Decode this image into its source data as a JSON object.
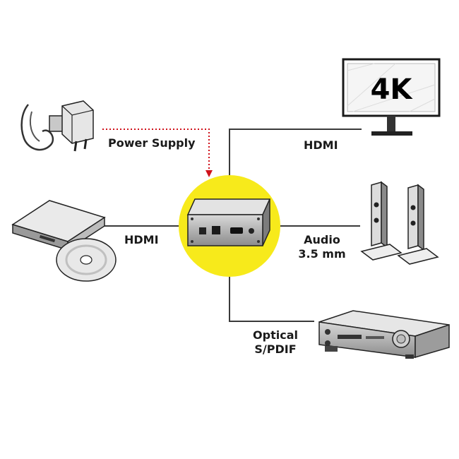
{
  "labels": {
    "power_supply": "Power Supply",
    "hdmi_out": "HDMI",
    "hdmi_in": "HDMI",
    "audio_line1": "Audio",
    "audio_line2": "3.5 mm",
    "optical_line1": "Optical",
    "optical_line2": "S/PDIF"
  },
  "monitor": {
    "screen_text": "4K"
  },
  "colors": {
    "hub_circle": "#f7ea1b",
    "power_line": "#d0121b",
    "line": "#3a3a3a",
    "device_metal": "#a9a9a9"
  }
}
